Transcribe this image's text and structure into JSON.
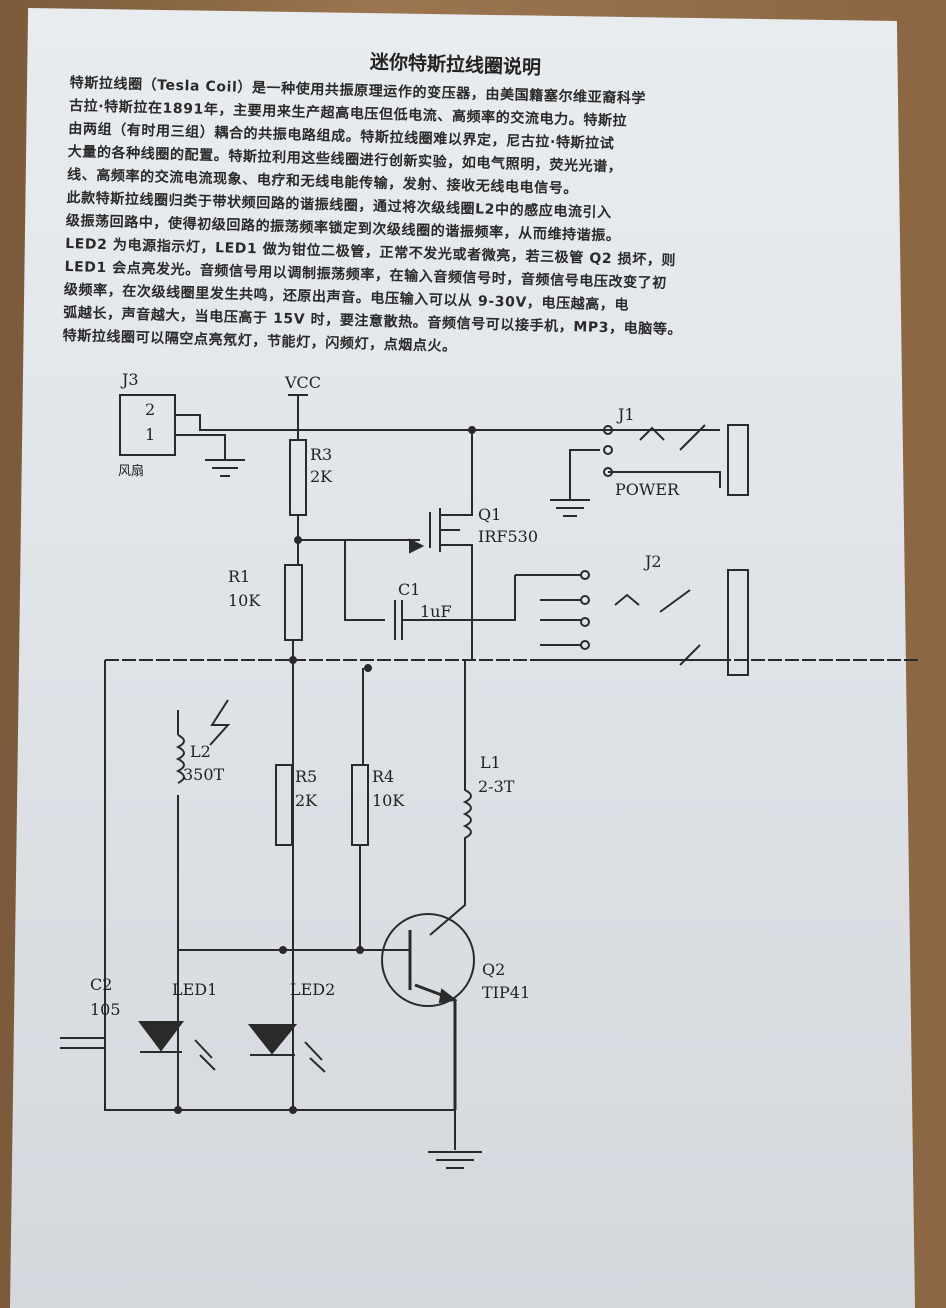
{
  "title": "迷你特斯拉线圈说明",
  "paragraph": [
    "特斯拉线圈（Tesla Coil）是一种使用共振原理运作的变压器，由美国籍塞尔维亚裔科学",
    "古拉·特斯拉在1891年，主要用来生产超高电压但低电流、高频率的交流电力。特斯拉",
    "由两组（有时用三组）耦合的共振电路组成。特斯拉线圈难以界定，尼古拉·特斯拉试",
    "大量的各种线圈的配置。特斯拉利用这些线圈进行创新实验，如电气照明，荧光光谱，",
    "线、高频率的交流电流现象、电疗和无线电能传输，发射、接收无线电电信号。",
    "此款特斯拉线圈归类于带状频回路的谐振线圈，通过将次级线圈L2中的感应电流引入",
    "级振荡回路中，使得初级回路的振荡频率锁定到次级线圈的谐振频率，从而维持谐振。",
    "LED2 为电源指示灯，LED1 做为钳位二极管，正常不发光或者微亮，若三极管 Q2 损坏，则",
    "LED1 会点亮发光。音频信号用以调制振荡频率，在输入音频信号时，音频信号电压改变了初",
    "级频率，在次级线圈里发生共鸣，还原出声音。电压输入可以从 9-30V，电压越高，电",
    "弧越长，声音越大，当电压高于 15V 时，要注意散热。音频信号可以接手机，MP3，电脑等。",
    "特斯拉线圈可以隔空点亮氖灯，节能灯，闪频灯，点烟点火。"
  ],
  "schematic": {
    "j3": "J3",
    "j3_pin2": "2",
    "j3_pin1": "1",
    "fan": "风扇",
    "vcc": "VCC",
    "r3": "R3",
    "r3_val": "2K",
    "j1": "J1",
    "power": "POWER",
    "q1": "Q1",
    "q1_val": "IRF530",
    "r1": "R1",
    "r1_val": "10K",
    "c1": "C1",
    "c1_val": "1uF",
    "j2": "J2",
    "l2": "L2",
    "l2_val": "350T",
    "r5": "R5",
    "r5_val": "2K",
    "r4": "R4",
    "r4_val": "10K",
    "l1": "L1",
    "l1_val": "2-3T",
    "c2": "C2",
    "c2_val": "105",
    "led1": "LED1",
    "led2": "LED2",
    "q2": "Q2",
    "q2_val": "TIP41"
  }
}
